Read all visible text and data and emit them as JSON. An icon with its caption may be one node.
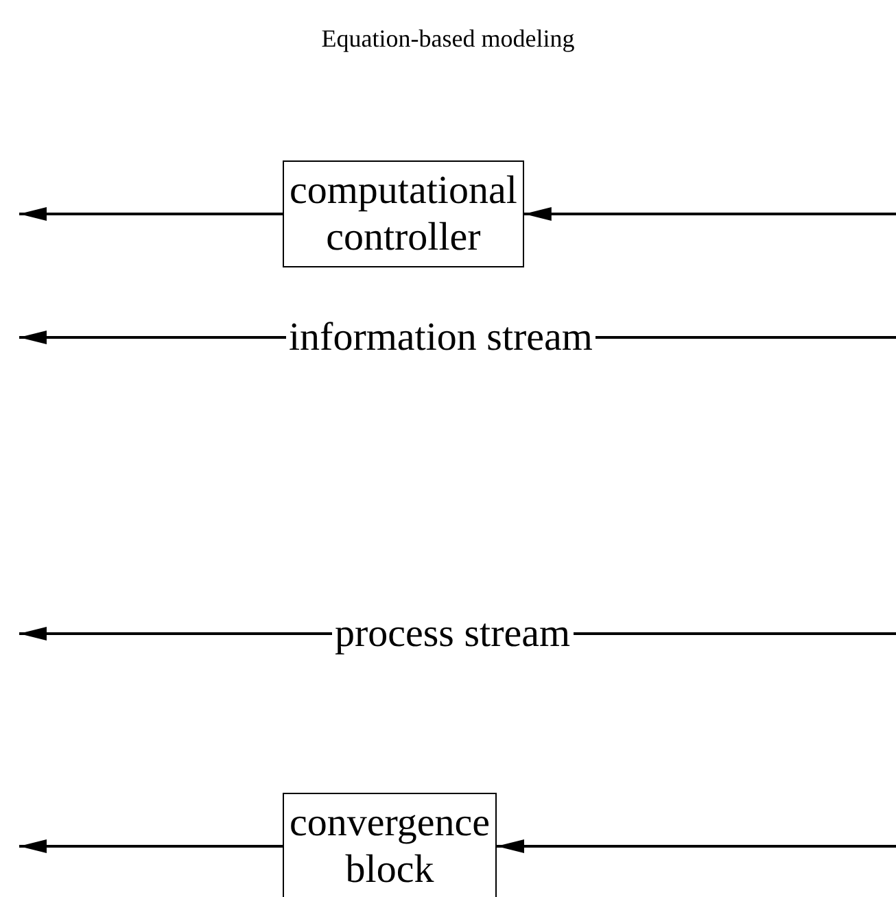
{
  "diagram": {
    "title": "Equation-based modeling",
    "nodes": [
      {
        "text": [
          "computational controller"
        ]
      },
      {
        "text": [
          "information stream"
        ]
      },
      {
        "text": [
          "process stream"
        ]
      },
      {
        "text": [
          "convergence block"
        ]
      }
    ],
    "edges": [
      {
        "from": null,
        "to": 0,
        "arrow": "to"
      },
      {
        "from": 0,
        "to": null,
        "arrow": "to"
      },
      {
        "from": null,
        "to": 1,
        "arrow": "none"
      },
      {
        "from": 1,
        "to": null,
        "arrow": "to"
      },
      {
        "from": null,
        "to": 2,
        "arrow": "none"
      },
      {
        "from": 2,
        "to": null,
        "arrow": "to"
      },
      {
        "from": null,
        "to": 3,
        "arrow": "to"
      },
      {
        "from": 3,
        "to": null,
        "arrow": "to"
      }
    ]
  }
}
